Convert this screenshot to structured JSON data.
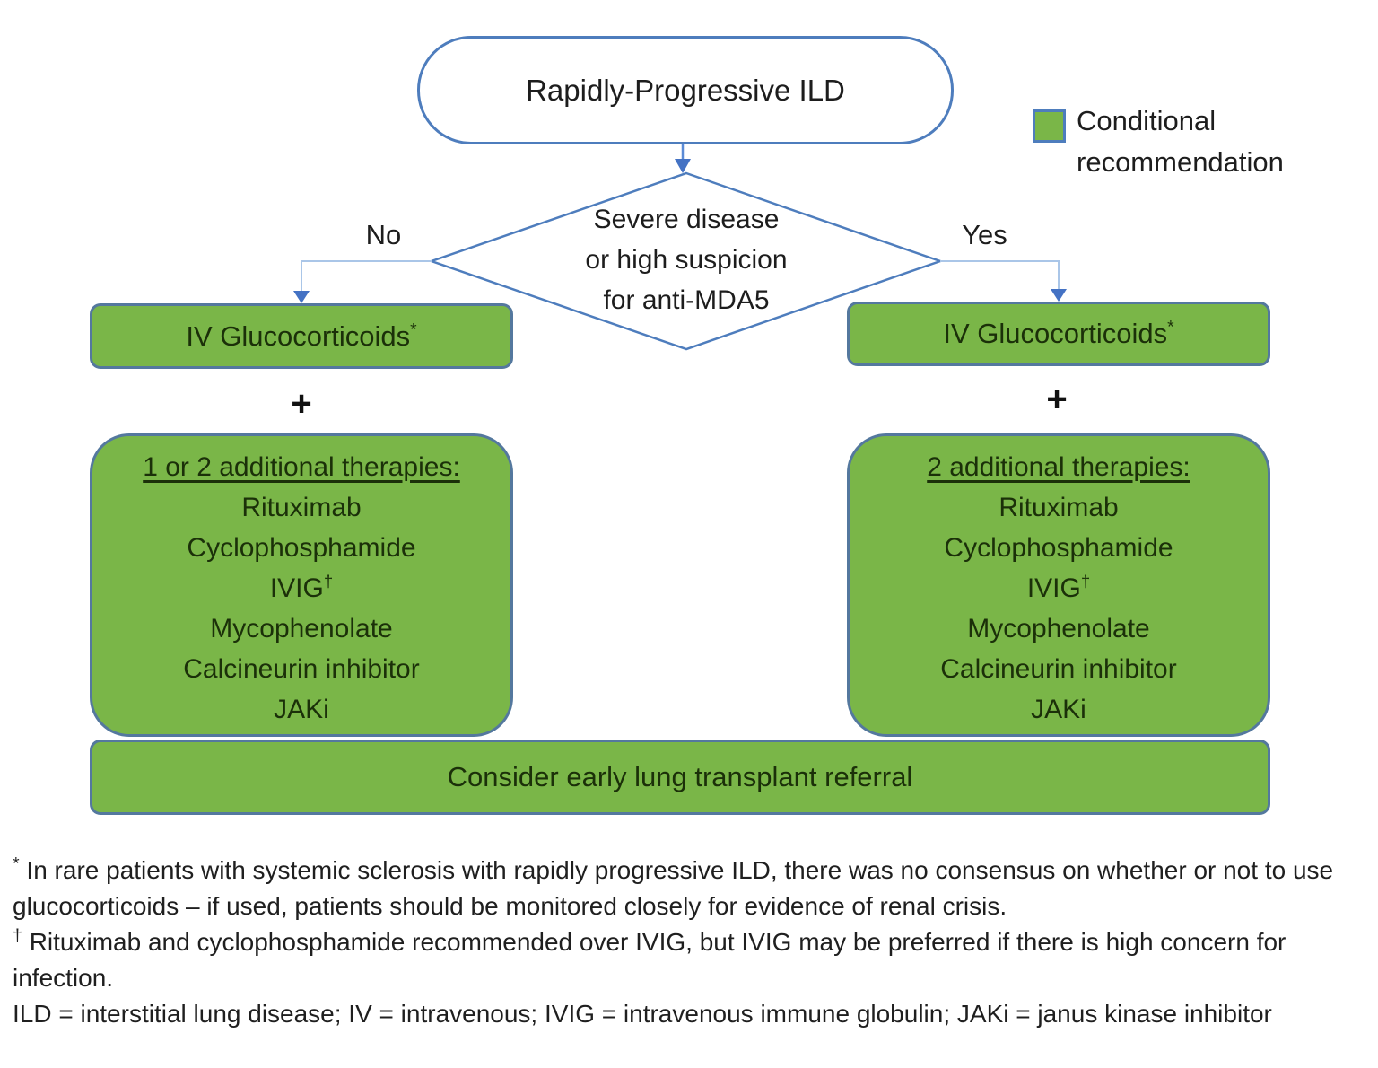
{
  "colors": {
    "node_green": "#7ab648",
    "green_box_border": "#54789e",
    "shape_outline_blue": "#4e7dbd",
    "connector_line": "#aac6e8",
    "arrowhead_blue": "#4472c4",
    "box_text": "#1b3009",
    "body_text": "#1d1d1d"
  },
  "flowchart": {
    "start_label": "Rapidly-Progressive ILD",
    "legend": {
      "swatch": "green-square",
      "line1": "Conditional",
      "line2": "recommendation"
    },
    "decision": {
      "line1": "Severe disease",
      "line2": "or high suspicion",
      "line3": "for anti-MDA5"
    },
    "columns": {
      "left": {
        "branch_label": "No",
        "gc_label": "IV Glucocorticoids",
        "gc_sup": "*",
        "plus": "+",
        "list_title": "1 or 2 additional therapies:"
      },
      "right": {
        "branch_label": "Yes",
        "gc_label": "IV Glucocorticoids",
        "gc_sup": "*",
        "plus": "+",
        "list_title": "2 additional therapies:"
      }
    },
    "therapies": [
      {
        "name": "Rituximab",
        "sup": ""
      },
      {
        "name": "Cyclophosphamide",
        "sup": ""
      },
      {
        "name": "IVIG",
        "sup": "†"
      },
      {
        "name": "Mycophenolate",
        "sup": ""
      },
      {
        "name": "Calcineurin inhibitor",
        "sup": ""
      },
      {
        "name": "JAKi",
        "sup": ""
      }
    ],
    "consider_label": "Consider early lung transplant referral"
  },
  "footnotes": [
    {
      "marker": "*",
      "text": "In rare patients with systemic sclerosis with rapidly progressive ILD, there was no consensus on whether or not to use glucocorticoids – if used, patients should be monitored closely for evidence of renal crisis."
    },
    {
      "marker": "†",
      "text": "Rituximab and cyclophosphamide recommended over IVIG, but IVIG may be preferred if there is high concern for infection."
    },
    {
      "marker": "",
      "text": "ILD = interstitial lung disease; IV = intravenous; IVIG = intravenous immune globulin; JAKi = janus kinase inhibitor"
    }
  ]
}
